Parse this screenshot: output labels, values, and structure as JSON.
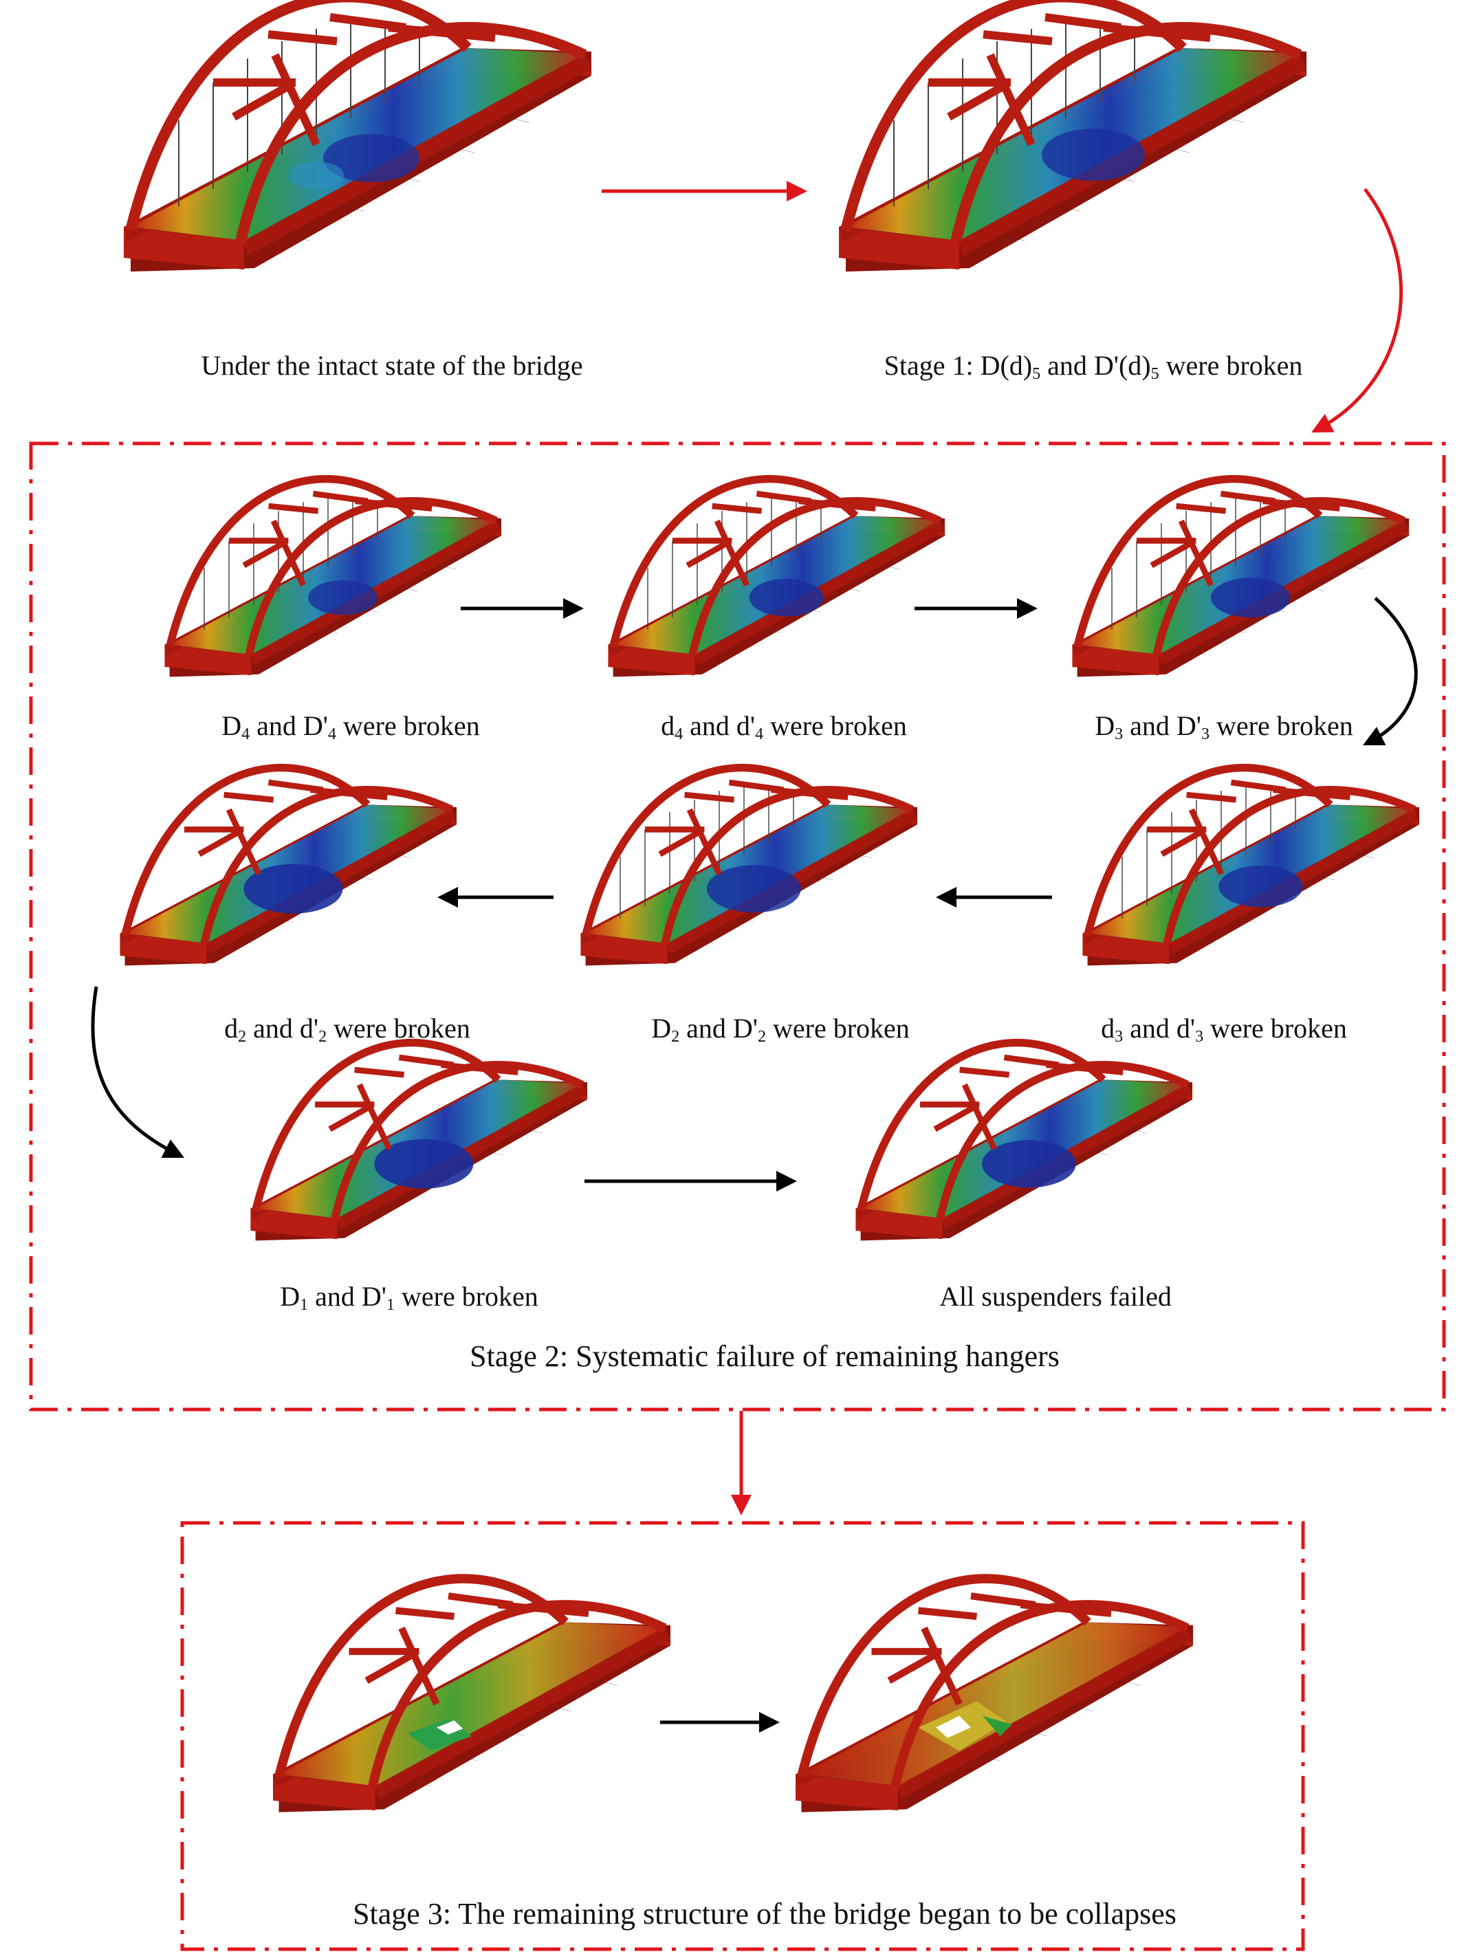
{
  "colors": {
    "arch": "#b81d12",
    "arrow_red": "#e0151b",
    "arrow_black": "#000000",
    "frame": "#e0151b",
    "stress_high": "#c42416",
    "stress_mid": "#35a33a",
    "stress_low": "#1f3bb0"
  },
  "top": {
    "intact_caption": "Under the intact state of the bridge",
    "stage1_caption": {
      "pre1": "Stage 1: D(d)",
      "sub1": "5",
      "mid": " and D'(d)",
      "sub2": "5",
      "post": " were broken"
    }
  },
  "stage2": {
    "title": "Stage 2: Systematic failure of remaining hangers",
    "steps": [
      {
        "pre": "D",
        "sub": "4",
        "mid": " and D'",
        "sub2": "4",
        "post": " were broken"
      },
      {
        "pre": "d",
        "sub": "4",
        "mid": " and d'",
        "sub2": "4",
        "post": " were broken"
      },
      {
        "pre": "D",
        "sub": "3",
        "mid": " and D'",
        "sub2": "3",
        "post": " were broken"
      },
      {
        "pre": "d",
        "sub": "3",
        "mid": " and d'",
        "sub2": "3",
        "post": " were broken"
      },
      {
        "pre": "D",
        "sub": "2",
        "mid": " and D'",
        "sub2": "2",
        "post": " were broken"
      },
      {
        "pre": "d",
        "sub": "2",
        "mid": " and d'",
        "sub2": "2",
        "post": " were broken"
      },
      {
        "pre": "D",
        "sub": "1",
        "mid": " and D'",
        "sub2": "1",
        "post": " were broken"
      }
    ],
    "final_caption": "All suspenders failed"
  },
  "stage3": {
    "title": "Stage 3: The remaining structure of the bridge began to be collapses"
  }
}
